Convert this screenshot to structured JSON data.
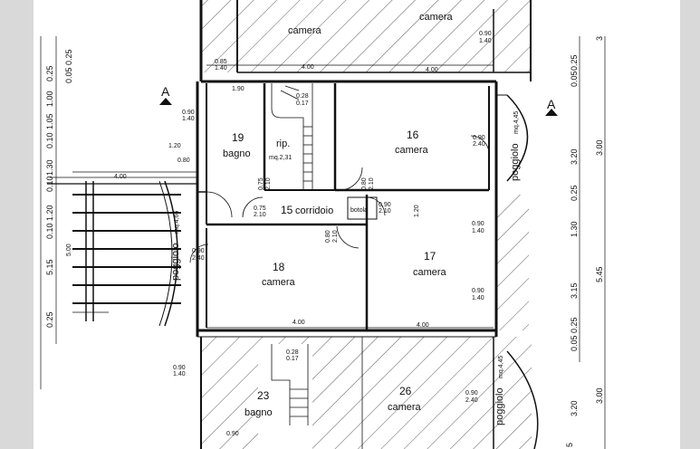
{
  "rooms": {
    "bagno_19": {
      "number": "19",
      "name": "bagno"
    },
    "ripostiglio": {
      "name": "rip.",
      "area": "mq.2,31"
    },
    "camera_16": {
      "number": "16",
      "name": "camera"
    },
    "corridoio_15": {
      "number": "15",
      "name": "corridoio"
    },
    "botola": {
      "name": "botola"
    },
    "camera_18": {
      "number": "18",
      "name": "camera"
    },
    "camera_17": {
      "number": "17",
      "name": "camera"
    },
    "bagno_23": {
      "number": "23",
      "name": "bagno"
    },
    "camera_26": {
      "number": "26",
      "name": "camera"
    },
    "camera_top_left": {
      "name": "camera"
    },
    "camera_top_right": {
      "name": "camera"
    }
  },
  "balconies": {
    "left": {
      "name": "poggiolo",
      "area": "mq.4,66"
    },
    "right": {
      "name": "poggiolo",
      "area": "mq.4,45"
    },
    "bottom_right": {
      "name": "poggiolo",
      "area": "mq.4,45"
    }
  },
  "section_marks": {
    "left": "A",
    "right": "A"
  },
  "openings": {
    "bagno_window": {
      "w": "0.90",
      "h": "1.40"
    },
    "rip_door": {
      "w": "0.75",
      "h": "2.10"
    },
    "stair_top": {
      "w": "0.28",
      "h": "0.17"
    },
    "corr_left_door": {
      "w": "0.75",
      "h": "2.10"
    },
    "corr_right_door": {
      "w": "0.90",
      "h": "2.10"
    },
    "cam16_door": {
      "w": "0.80",
      "h": "2.10"
    },
    "cam16_balcony_door": {
      "w": "0.90",
      "h": "2.40"
    },
    "cam18_door": {
      "w": "0.80",
      "h": "2.10"
    },
    "cam18_balcony_door": {
      "w": "0.90",
      "h": "2.40"
    },
    "cam17_window_top": {
      "w": "0.90",
      "h": "1.40"
    },
    "cam17_window_bot": {
      "w": "0.90",
      "h": "1.40"
    },
    "top_right_window": {
      "w": "0.90",
      "h": "1.40"
    },
    "top_left_window": {
      "w": "0.85",
      "h": "1.40"
    },
    "bottom_left_window": {
      "w": "0.90",
      "h": "1.40"
    },
    "bottom_stair": {
      "w": "0.28",
      "h": "0.17"
    },
    "bottom_right_door": {
      "w": "0.90",
      "h": "2.40"
    },
    "bottom_small": {
      "w": "0.90"
    }
  },
  "dimensions": {
    "top_left_4": "4.00",
    "top_right_4": "4.00",
    "bagno_width": "1.90",
    "balcony_width": "4.00",
    "left_120": "1.20",
    "left_080": "0.80",
    "balcony_len": "5.00",
    "cam16_dim": "1.20",
    "bottom_left_4": "4.00",
    "bottom_right_4": "4.00",
    "left_chain": [
      "0.25",
      "1.00",
      "1.05",
      "0.10",
      "1.30",
      "0.10",
      "1.20",
      "0.10",
      "5.15",
      "0.25"
    ],
    "left_chain_top": [
      "0.05",
      "0.25"
    ],
    "right_chain": [
      "0.05",
      "0.25",
      "3.20",
      "0.25",
      "1.30",
      "3.15",
      "0.25",
      "0.05",
      "3.20"
    ],
    "right_outer": [
      "3",
      "3.00",
      "5.45",
      "3.00",
      "5"
    ]
  }
}
